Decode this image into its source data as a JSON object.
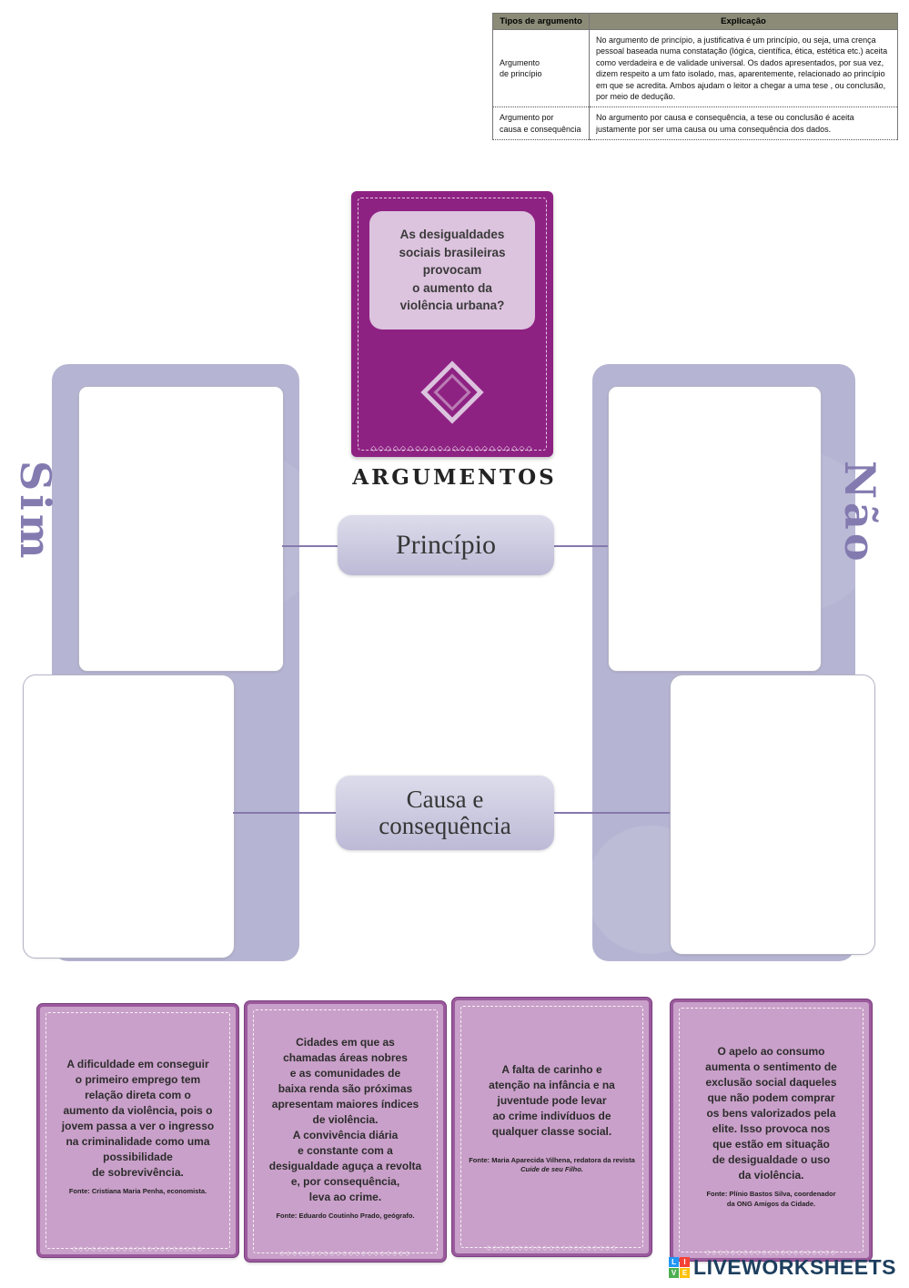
{
  "table": {
    "headers": [
      "Tipos de argumento",
      "Explicação"
    ],
    "rows": [
      {
        "tipo": "Argumento\nde princípio",
        "explicacao": "No argumento de princípio, a justificativa é um princípio, ou seja, uma crença pessoal baseada numa constatação (lógica, científica, ética, estética etc.) aceita como verdadeira e de validade universal. Os dados apresentados, por sua vez, dizem respeito a um fato isolado, mas, aparentemente, relacionado ao princípio em que se acredita. Ambos ajudam o leitor a chegar a uma tese , ou conclusão,  por meio de dedução."
      },
      {
        "tipo": "Argumento por\ncausa e consequência",
        "explicacao": "No argumento por causa e consequência, a tese ou conclusão é aceita justamente por ser uma causa ou uma consequência dos dados."
      }
    ]
  },
  "question_card": {
    "text": "As desigualdades\nsociais brasileiras\nprovocam\no aumento da\nviolência urbana?"
  },
  "argumentos_label": "ARGUMENTOS",
  "ribbons": {
    "sim": "Sim",
    "nao": "Não"
  },
  "categories": {
    "principio": "Princípio",
    "causa": "Causa e\nconsequência"
  },
  "decor": {
    "qcard_diamond_row": "◇◇◇◇◇◇◇◇◇◇◇◇◇◇◇◇◇◇◇◇◇◇",
    "card_diamond_row": "◇◇◇◇◇◇◇◇◇◇◇◇◇◇◇◇◇◇◇◇◇"
  },
  "cards": [
    {
      "text": "A dificuldade em conseguir\no primeiro emprego tem\nrelação direta com o\naumento da violência, pois o\njovem passa a ver o ingresso\nna criminalidade como uma\npossibilidade\nde sobrevivência.",
      "fonte": "Fonte: Cristiana Maria Penha, economista."
    },
    {
      "text": "Cidades em que as\nchamadas áreas nobres\ne as comunidades de\nbaixa renda são próximas\napresentam maiores índices\nde violência.\nA convivência diária\ne constante com a\ndesigualdade aguça a revolta\ne, por consequência,\nleva ao crime.",
      "fonte": "Fonte: Eduardo Coutinho Prado, geógrafo."
    },
    {
      "text": "A falta de carinho e\natenção na infância e na\njuventude pode levar\nao crime indivíduos de\nqualquer classe social.",
      "fonte": "Fonte: Maria Aparecida Vilhena, redatora da revista",
      "fonte2": "Cuide de seu Filho."
    },
    {
      "text": "O apelo ao consumo\naumenta o sentimento de\nexclusão social daqueles\nque não podem comprar\nos bens valorizados pela\nelite. Isso provoca nos\nque estão em situação\nde desigualdade o uso\nda violência.",
      "fonte": "Fonte: Plínio Bastos Silva, coordenador\nda ONG Amigos da Cidade."
    }
  ],
  "logo": {
    "brand": "LIVEWORKSHEETS",
    "squares": [
      "L",
      "I",
      "V",
      "E"
    ],
    "colors": {
      "l": "#2196f3",
      "i": "#f44336",
      "v": "#4caf50",
      "e": "#ffc107",
      "brand": "#1d3e5e"
    }
  },
  "colors": {
    "question_card": "#8e2283",
    "question_panel": "#dcc3de",
    "side_panel": "#b5b4d2",
    "category_box": "#c7c5dc",
    "argument_card": "#c9a0c9",
    "argument_card_border": "#9a5a9c"
  }
}
